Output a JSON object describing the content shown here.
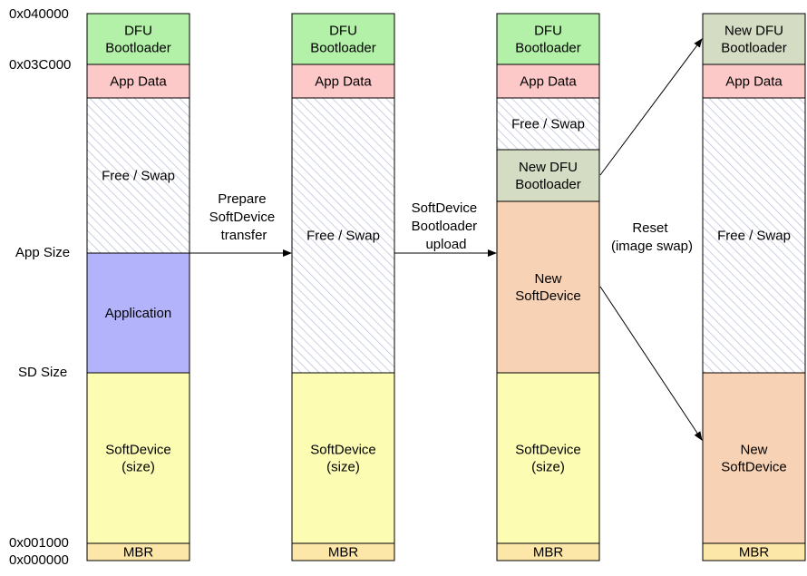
{
  "address_labels": {
    "top": "0x040000",
    "app_data_start": "0x03C000",
    "app_size": "App Size",
    "sd_size": "SD Size",
    "mbr_end": "0x001000",
    "bottom": "0x000000"
  },
  "columns": [
    {
      "segments": [
        {
          "kind": "bootloader",
          "lines": [
            "DFU",
            "Bootloader"
          ]
        },
        {
          "kind": "appdata",
          "lines": [
            "App Data"
          ]
        },
        {
          "kind": "free",
          "lines": [
            "Free / Swap"
          ]
        },
        {
          "kind": "application",
          "lines": [
            "Application"
          ]
        },
        {
          "kind": "softdevice",
          "lines": [
            "SoftDevice",
            "(size)"
          ]
        },
        {
          "kind": "mbr",
          "lines": [
            "MBR"
          ]
        }
      ]
    },
    {
      "segments": [
        {
          "kind": "bootloader",
          "lines": [
            "DFU",
            "Bootloader"
          ]
        },
        {
          "kind": "appdata",
          "lines": [
            "App Data"
          ]
        },
        {
          "kind": "free",
          "lines": [
            "Free / Swap"
          ]
        },
        {
          "kind": "softdevice",
          "lines": [
            "SoftDevice",
            "(size)"
          ]
        },
        {
          "kind": "mbr",
          "lines": [
            "MBR"
          ]
        }
      ]
    },
    {
      "segments": [
        {
          "kind": "bootloader",
          "lines": [
            "DFU",
            "Bootloader"
          ]
        },
        {
          "kind": "appdata",
          "lines": [
            "App Data"
          ]
        },
        {
          "kind": "free",
          "lines": [
            "Free / Swap"
          ]
        },
        {
          "kind": "newbootloader",
          "lines": [
            "New DFU",
            "Bootloader"
          ]
        },
        {
          "kind": "newsoftdevice",
          "lines": [
            "New",
            "SoftDevice"
          ]
        },
        {
          "kind": "softdevice",
          "lines": [
            "SoftDevice",
            "(size)"
          ]
        },
        {
          "kind": "mbr",
          "lines": [
            "MBR"
          ]
        }
      ]
    },
    {
      "segments": [
        {
          "kind": "newbootloader",
          "lines": [
            "New DFU",
            "Bootloader"
          ]
        },
        {
          "kind": "appdata",
          "lines": [
            "App Data"
          ]
        },
        {
          "kind": "free",
          "lines": [
            "Free / Swap"
          ]
        },
        {
          "kind": "newsoftdevice",
          "lines": [
            "New",
            "SoftDevice"
          ]
        },
        {
          "kind": "mbr",
          "lines": [
            "MBR"
          ]
        }
      ]
    }
  ],
  "transitions": [
    {
      "lines": [
        "Prepare",
        "SoftDevice",
        "transfer"
      ]
    },
    {
      "lines": [
        "SoftDevice",
        "Bootloader",
        "upload"
      ]
    },
    {
      "lines": [
        "Reset",
        "(image swap)"
      ]
    }
  ],
  "colors": {
    "bootloader": "#b3f0a8",
    "newbootloader": "#d4dcc4",
    "appdata": "#fcc8c8",
    "free_hatch": "#b8bcd8",
    "application": "#b3b3fb",
    "softdevice": "#fcfcb3",
    "newsoftdevice": "#f8d2b4",
    "mbr": "#fce6a8",
    "stroke": "#000000"
  }
}
